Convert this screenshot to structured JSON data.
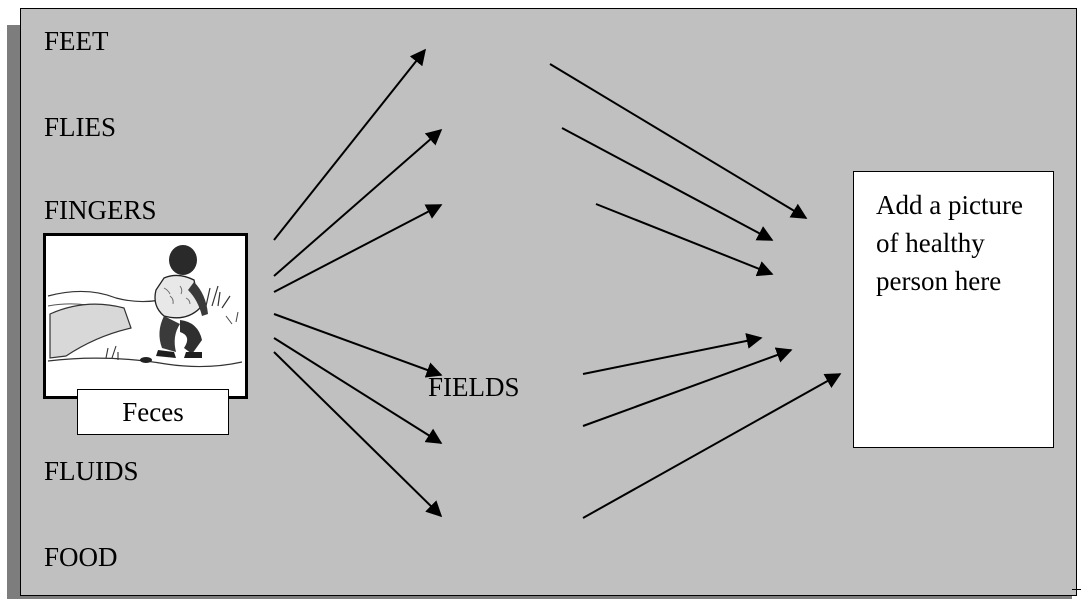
{
  "labels": {
    "feet": "FEET",
    "flies": "FLIES",
    "fingers": "FINGERS",
    "fields": "FIELDS",
    "fluids": "FLUIDS",
    "food": "FOOD",
    "feces": "Feces",
    "healthy_placeholder": "Add  a picture of healthy person here"
  },
  "colors": {
    "panel": "#c0c0c0",
    "shadow": "#7d7d7d",
    "box": "#ffffff",
    "ink": "#000000"
  }
}
